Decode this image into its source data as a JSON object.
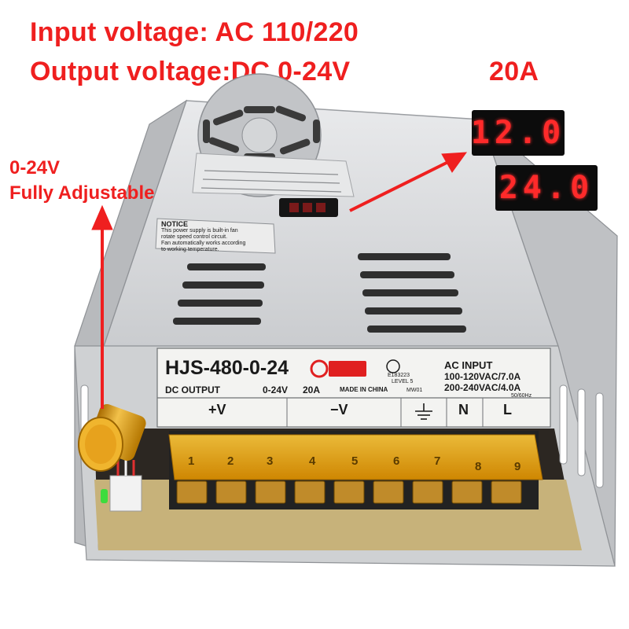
{
  "headline": {
    "input_voltage": "Input voltage: AC 110/220",
    "output_voltage": "Output voltage:DC 0-24V",
    "current": "20A"
  },
  "adjust_note": {
    "range": "0-24V",
    "label": "Fully Adjustable"
  },
  "led_displays": {
    "reading_1": "12.0",
    "reading_2": "24.0",
    "digit_color": "#ff2a2a"
  },
  "device_label": {
    "model": "HJS-480-0-24",
    "dc_output": "DC OUTPUT",
    "voltage_range": "0-24V",
    "current": "20A",
    "made_in": "MADE IN CHINA",
    "model_code": "MW01",
    "cert_number": "E183223",
    "cert_level": "LEVEL 5",
    "ac_input": "AC INPUT",
    "ac_line_1": "100-120VAC/7.0A",
    "ac_line_2": "200-240VAC/4.0A",
    "frequency": "50/60Hz",
    "plus_v": "+V",
    "minus_v": "−V",
    "neutral": "N",
    "live": "L"
  },
  "notice": {
    "title": "NOTICE",
    "line_1": "This power supply is built-in fan",
    "line_2": "rotate speed control circuit.",
    "line_3": "Fan automatically works according",
    "line_4": "to working temperature."
  },
  "terminals": [
    "1",
    "2",
    "3",
    "4",
    "5",
    "6",
    "7",
    "8",
    "9"
  ],
  "colors": {
    "annotation_red": "#ef1f1f",
    "chassis_silver": "#d8dadc",
    "knob_gold": "#e0a11a",
    "terminal_cover": "#e8a400"
  }
}
